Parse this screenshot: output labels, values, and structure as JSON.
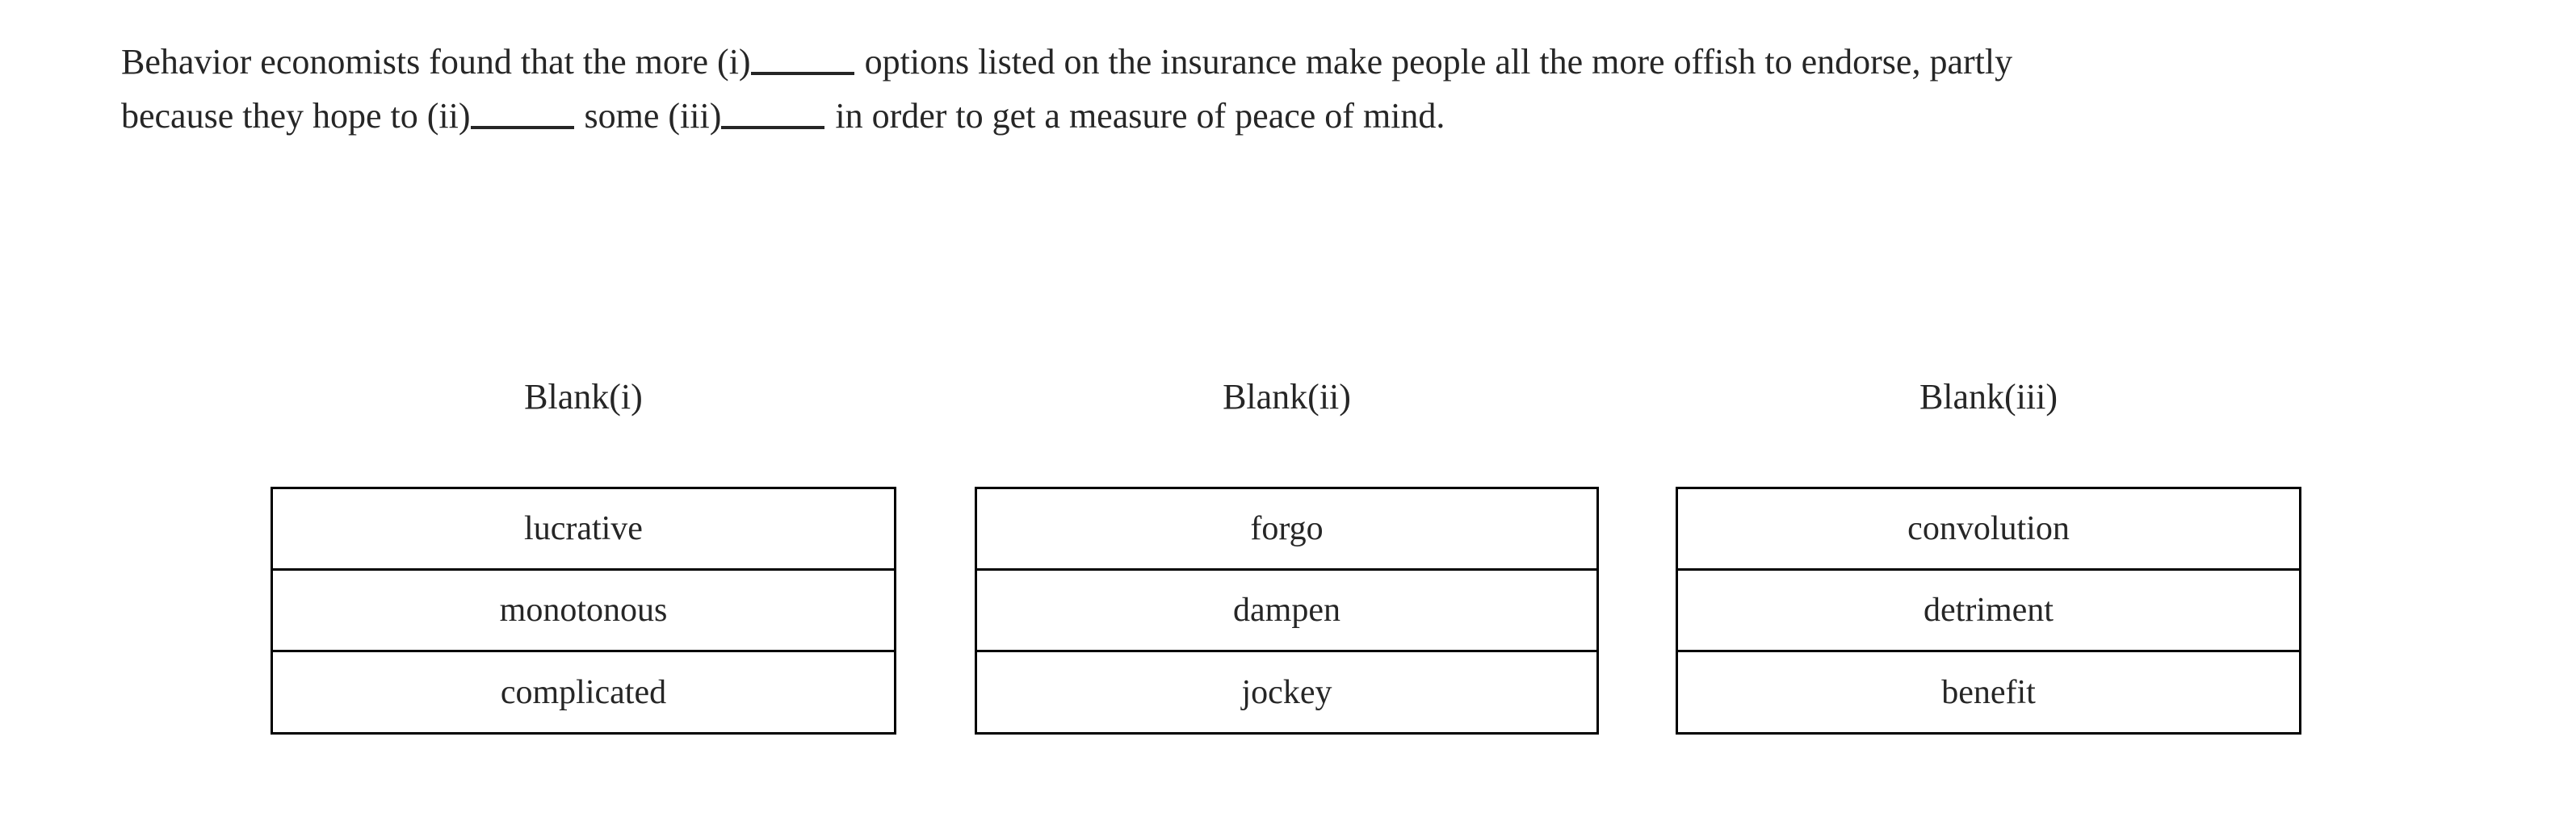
{
  "question": {
    "line1_part1": "Behavior economists found that the more (i)",
    "line1_part2": "options listed on the insurance make people all the more offish to endorse, partly",
    "line2_part1": "because they hope to (ii)",
    "line2_part2": "some (iii)",
    "line2_part3": "in order to get a measure of peace of mind."
  },
  "columns": [
    {
      "id": "i",
      "header": "Blank(i)",
      "options": [
        "lucrative",
        "monotonous",
        "complicated"
      ]
    },
    {
      "id": "ii",
      "header": "Blank(ii)",
      "options": [
        "forgo",
        "dampen",
        "jockey"
      ]
    },
    {
      "id": "iii",
      "header": "Blank(iii)",
      "options": [
        "convolution",
        "detriment",
        "benefit"
      ]
    }
  ],
  "colors": {
    "background": "#ffffff",
    "text": "#262626",
    "border": "#000000"
  }
}
